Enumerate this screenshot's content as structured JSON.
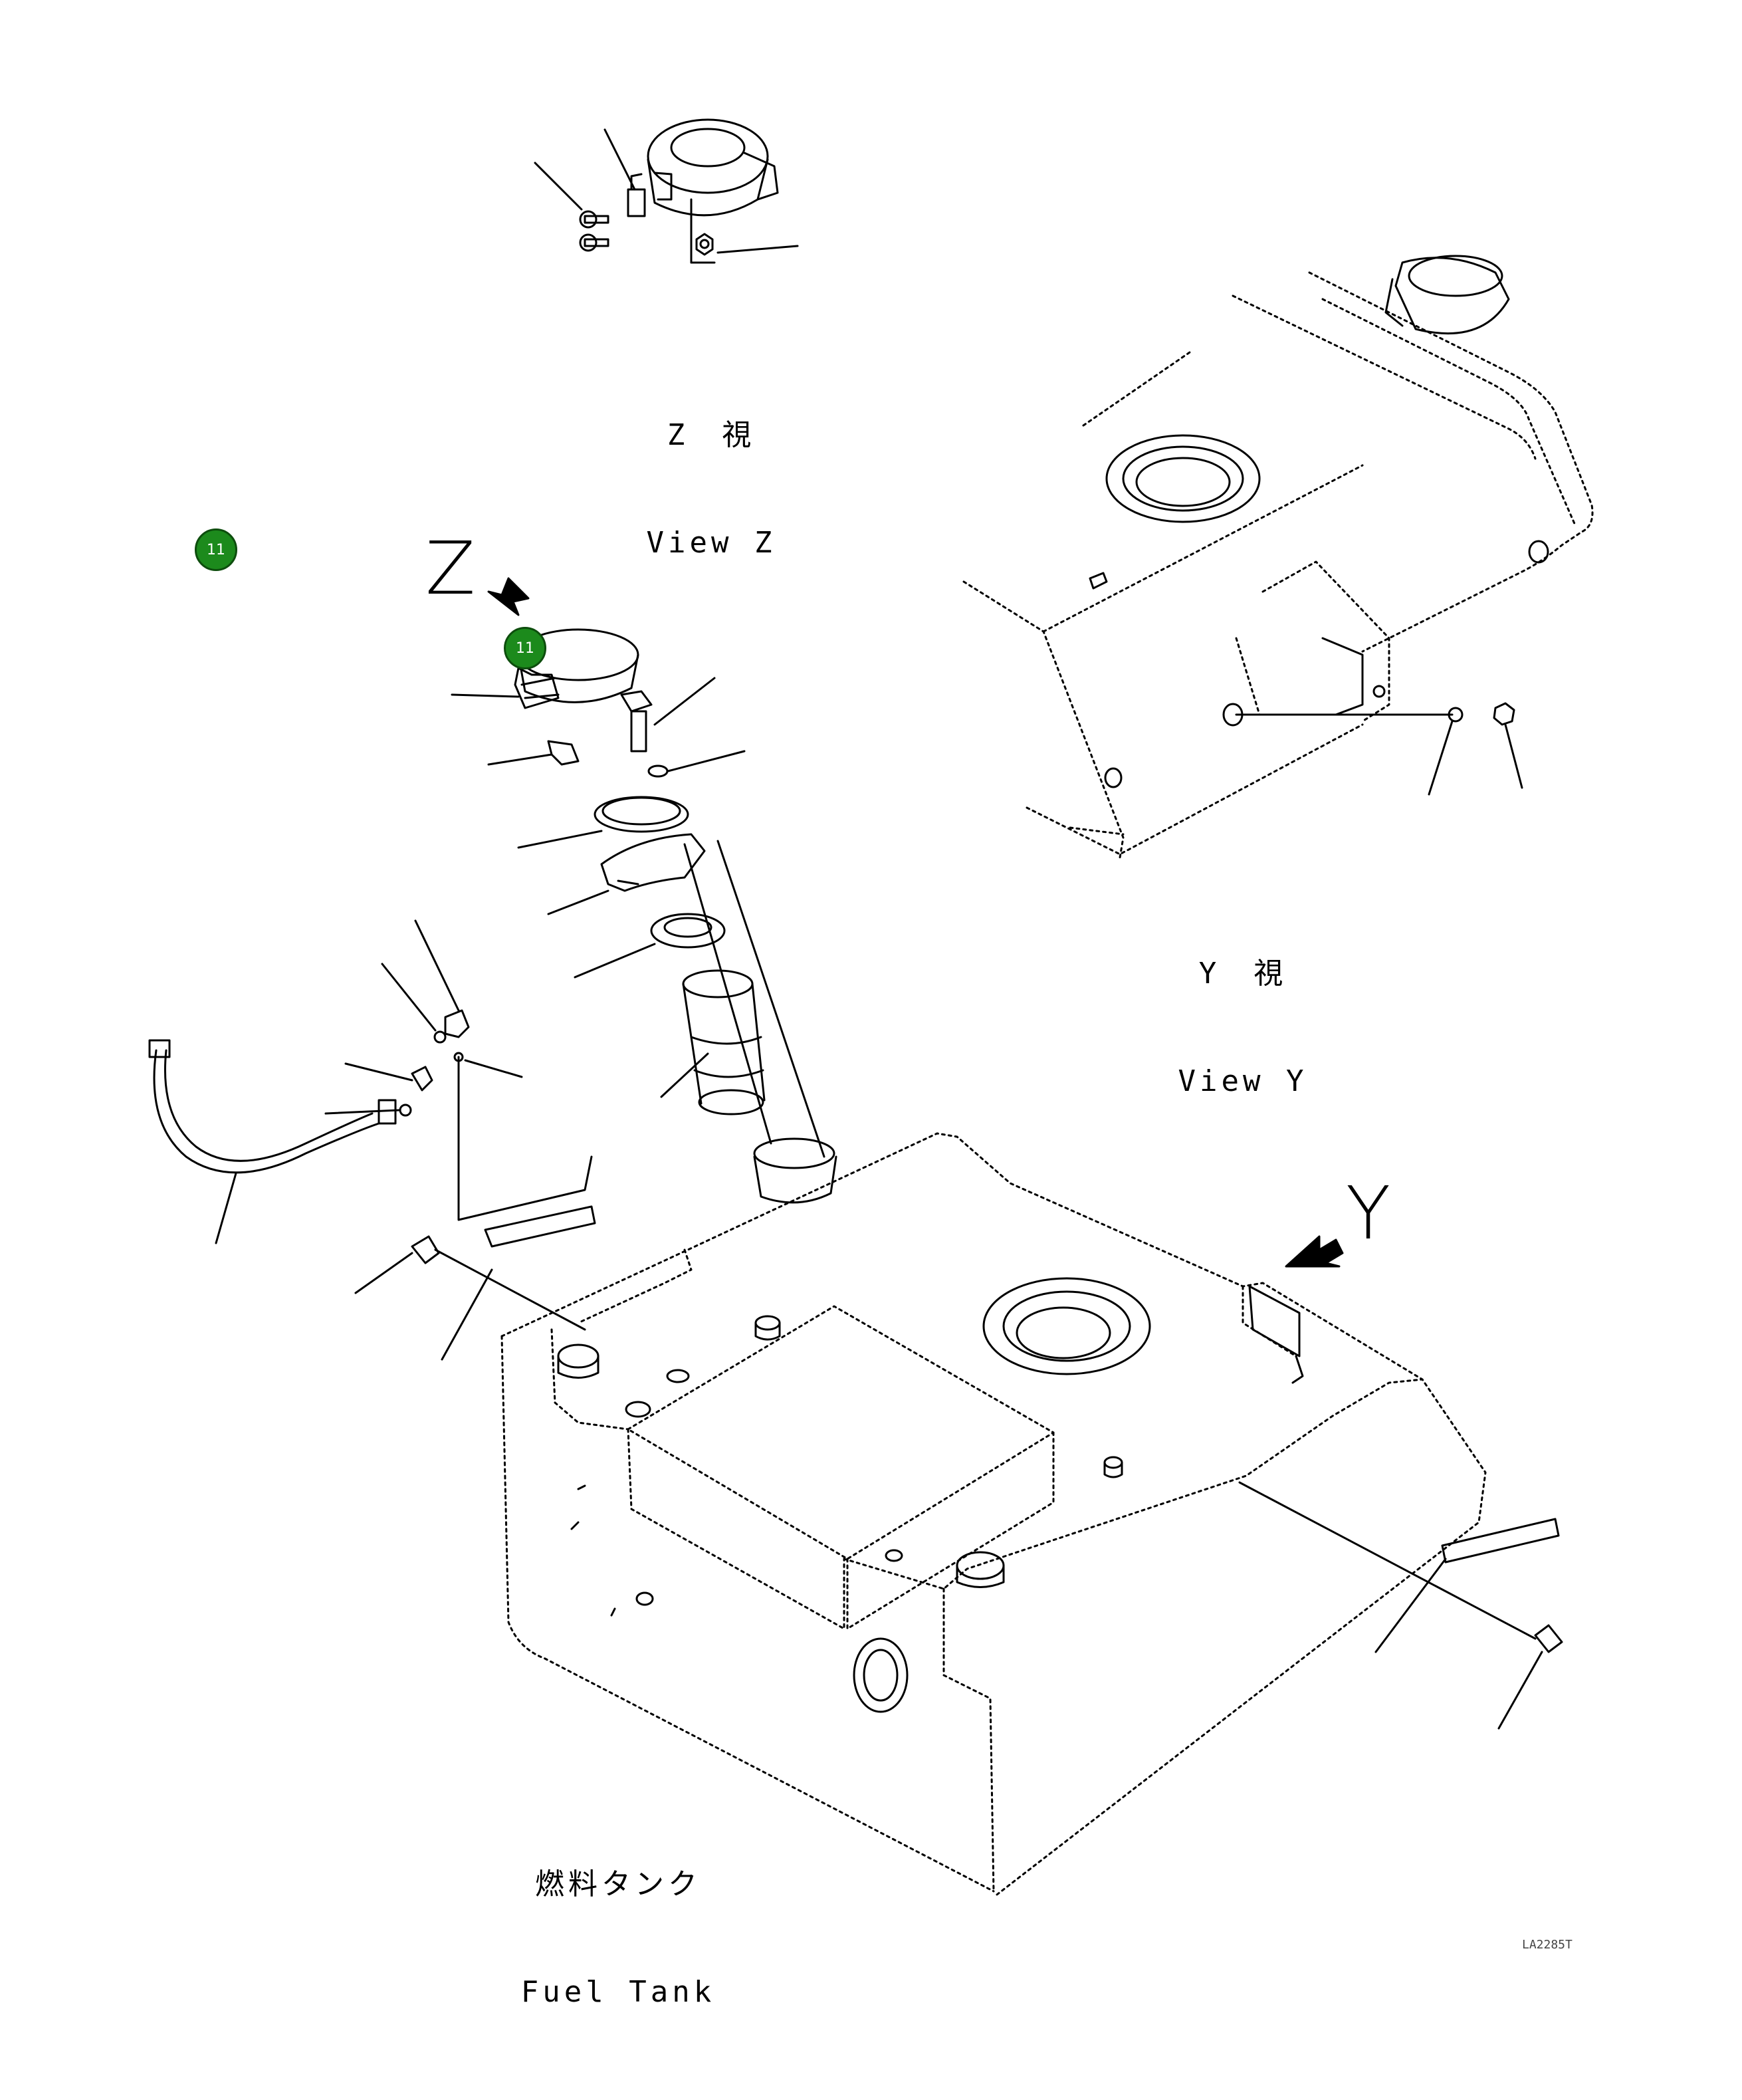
{
  "views": {
    "z": {
      "jp": "Z　視",
      "en": "View Z"
    },
    "y": {
      "jp": "Y　視",
      "en": "View Y"
    }
  },
  "main": {
    "jp": "燃料タンク",
    "en": "Fuel Tank"
  },
  "view_letters": {
    "z": "Z",
    "y": "Y"
  },
  "callouts": [
    "11",
    "11"
  ],
  "drawing_code": "LA2285T",
  "colors": {
    "callout_fill": "#1c8a1c",
    "callout_border": "#0d4d0d",
    "line": "#000000"
  }
}
